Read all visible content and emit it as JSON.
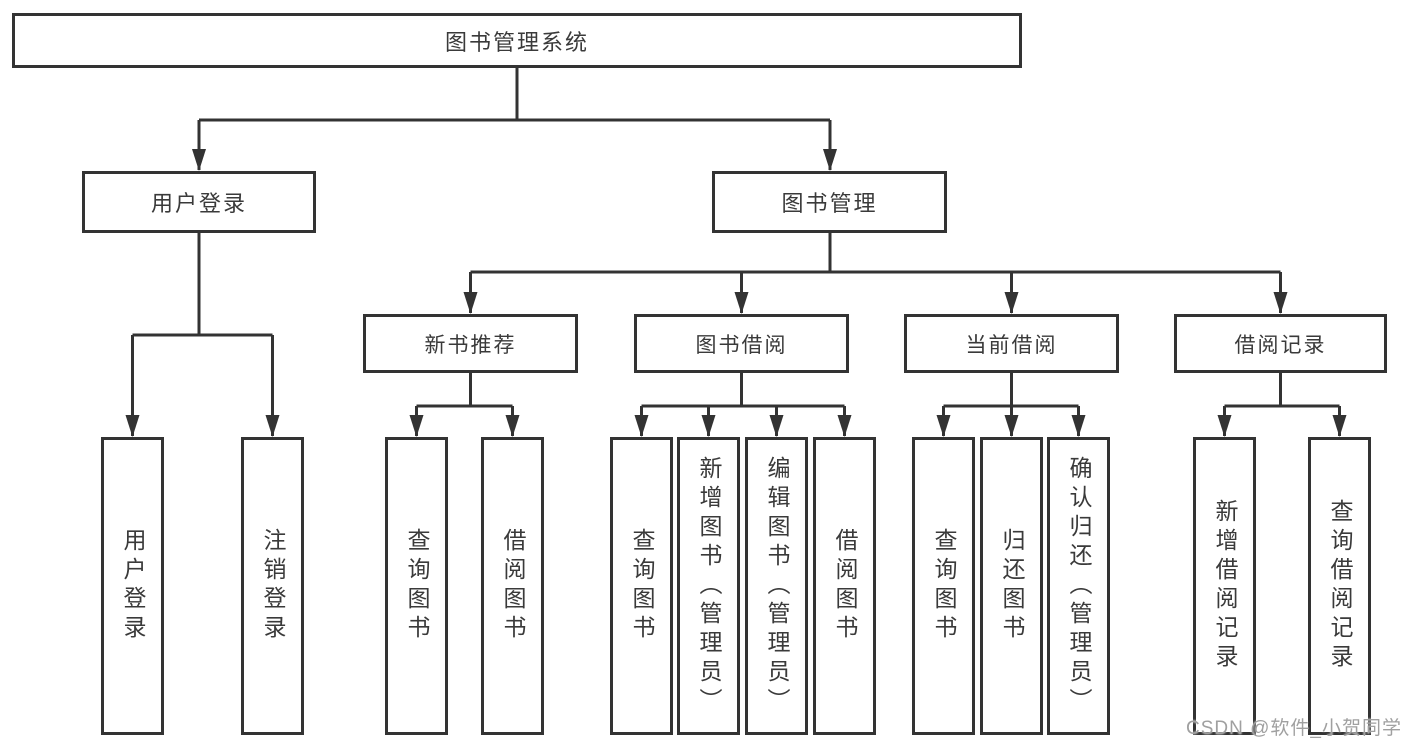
{
  "diagram": {
    "title_node": {
      "label": "图书管理系统"
    },
    "level2": [
      {
        "id": "user-login",
        "label": "用户登录",
        "parent": "图书管理系统"
      },
      {
        "id": "book-management",
        "label": "图书管理",
        "parent": "图书管理系统"
      }
    ],
    "level3": [
      {
        "id": "new-book-recommend",
        "label": "新书推荐",
        "parent": "图书管理"
      },
      {
        "id": "book-borrowing",
        "label": "图书借阅",
        "parent": "图书管理"
      },
      {
        "id": "current-borrowing",
        "label": "当前借阅",
        "parent": "图书管理"
      },
      {
        "id": "borrowing-records",
        "label": "借阅记录",
        "parent": "图书管理"
      }
    ],
    "leaves": [
      {
        "id": "user-login-leaf",
        "label": "用户登录",
        "parent": "用户登录"
      },
      {
        "id": "logout",
        "label": "注销登录",
        "parent": "用户登录"
      },
      {
        "id": "nr-query-books",
        "label": "查询图书",
        "parent": "新书推荐"
      },
      {
        "id": "nr-borrow-books",
        "label": "借阅图书",
        "parent": "新书推荐"
      },
      {
        "id": "bb-query-books",
        "label": "查询图书",
        "parent": "图书借阅"
      },
      {
        "id": "bb-add-books-admin",
        "label": "新增图书（管理员）",
        "parent": "图书借阅"
      },
      {
        "id": "bb-edit-books-admin",
        "label": "编辑图书（管理员）",
        "parent": "图书借阅"
      },
      {
        "id": "bb-borrow-books",
        "label": "借阅图书",
        "parent": "图书借阅"
      },
      {
        "id": "cb-query-books",
        "label": "查询图书",
        "parent": "当前借阅"
      },
      {
        "id": "cb-return-books",
        "label": "归还图书",
        "parent": "当前借阅"
      },
      {
        "id": "cb-confirm-return",
        "label": "确认归还（管理员）",
        "parent": "当前借阅"
      },
      {
        "id": "br-add-record",
        "label": "新增借阅记录",
        "parent": "借阅记录"
      },
      {
        "id": "br-query-record",
        "label": "查询借阅记录",
        "parent": "借阅记录"
      }
    ]
  },
  "watermark": {
    "text": "CSDN @软件_小贺同学"
  },
  "colors": {
    "line": "#333333",
    "border": "#333333",
    "text": "#3a3a3a",
    "watermark": "#a0a0a0",
    "background": "#ffffff"
  }
}
